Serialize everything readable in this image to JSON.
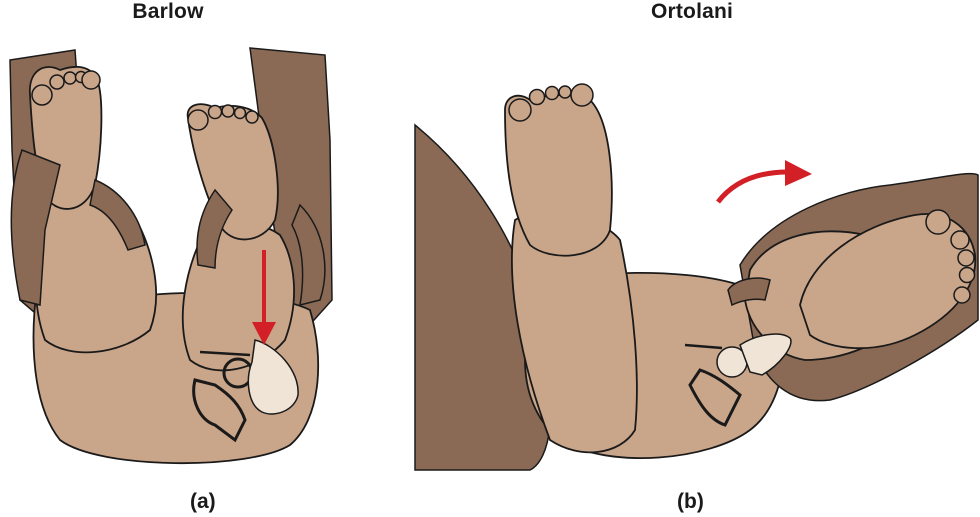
{
  "panels": [
    {
      "title": "Barlow",
      "caption": "(a)"
    },
    {
      "title": "Ortolani",
      "caption": "(b)"
    }
  ],
  "colors": {
    "skin_infant": "#c9a58a",
    "skin_infant_shadow": "#b38c6e",
    "skin_examiner": "#8a6a55",
    "skin_examiner_dark": "#6e5040",
    "bone": "#efe4d6",
    "arrow": "#d32027",
    "outline": "#1a1a1a"
  },
  "icons": [
    "barlow-maneuver-illustration",
    "ortolani-maneuver-illustration",
    "red-arrow-down-icon",
    "red-arrow-curved-icon"
  ]
}
